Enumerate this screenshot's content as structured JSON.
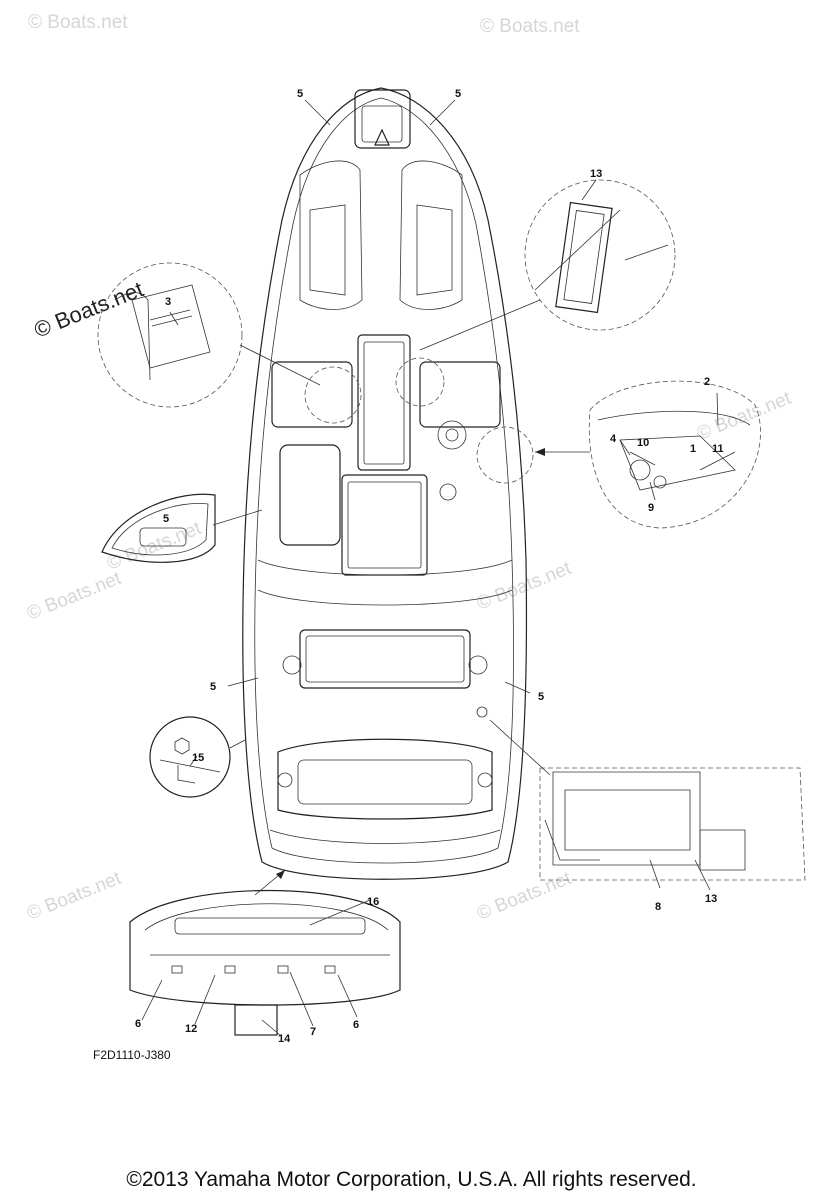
{
  "diagram": {
    "watermarks": [
      "© Boats.net",
      "© Boats.net",
      "© Boats.net",
      "© Boats.net",
      "© Boats.net",
      "© Boats.net",
      "© Boats.net",
      "© Boats.net"
    ],
    "main_watermark": "© Boats.net",
    "callouts": {
      "c1": "1",
      "c2": "2",
      "c3": "3",
      "c4": "4",
      "c5a": "5",
      "c5b": "5",
      "c5c": "5",
      "c5d": "5",
      "c5e": "5",
      "c6a": "6",
      "c6b": "6",
      "c7": "7",
      "c8": "8",
      "c9": "9",
      "c10": "10",
      "c11": "11",
      "c12": "12",
      "c13a": "13",
      "c13b": "13",
      "c14": "14",
      "c15": "15",
      "c16": "16"
    },
    "figure_code": "F2D1110-J380"
  },
  "footer": {
    "copyright": "©2013 Yamaha Motor Corporation, U.S.A. All rights reserved."
  }
}
